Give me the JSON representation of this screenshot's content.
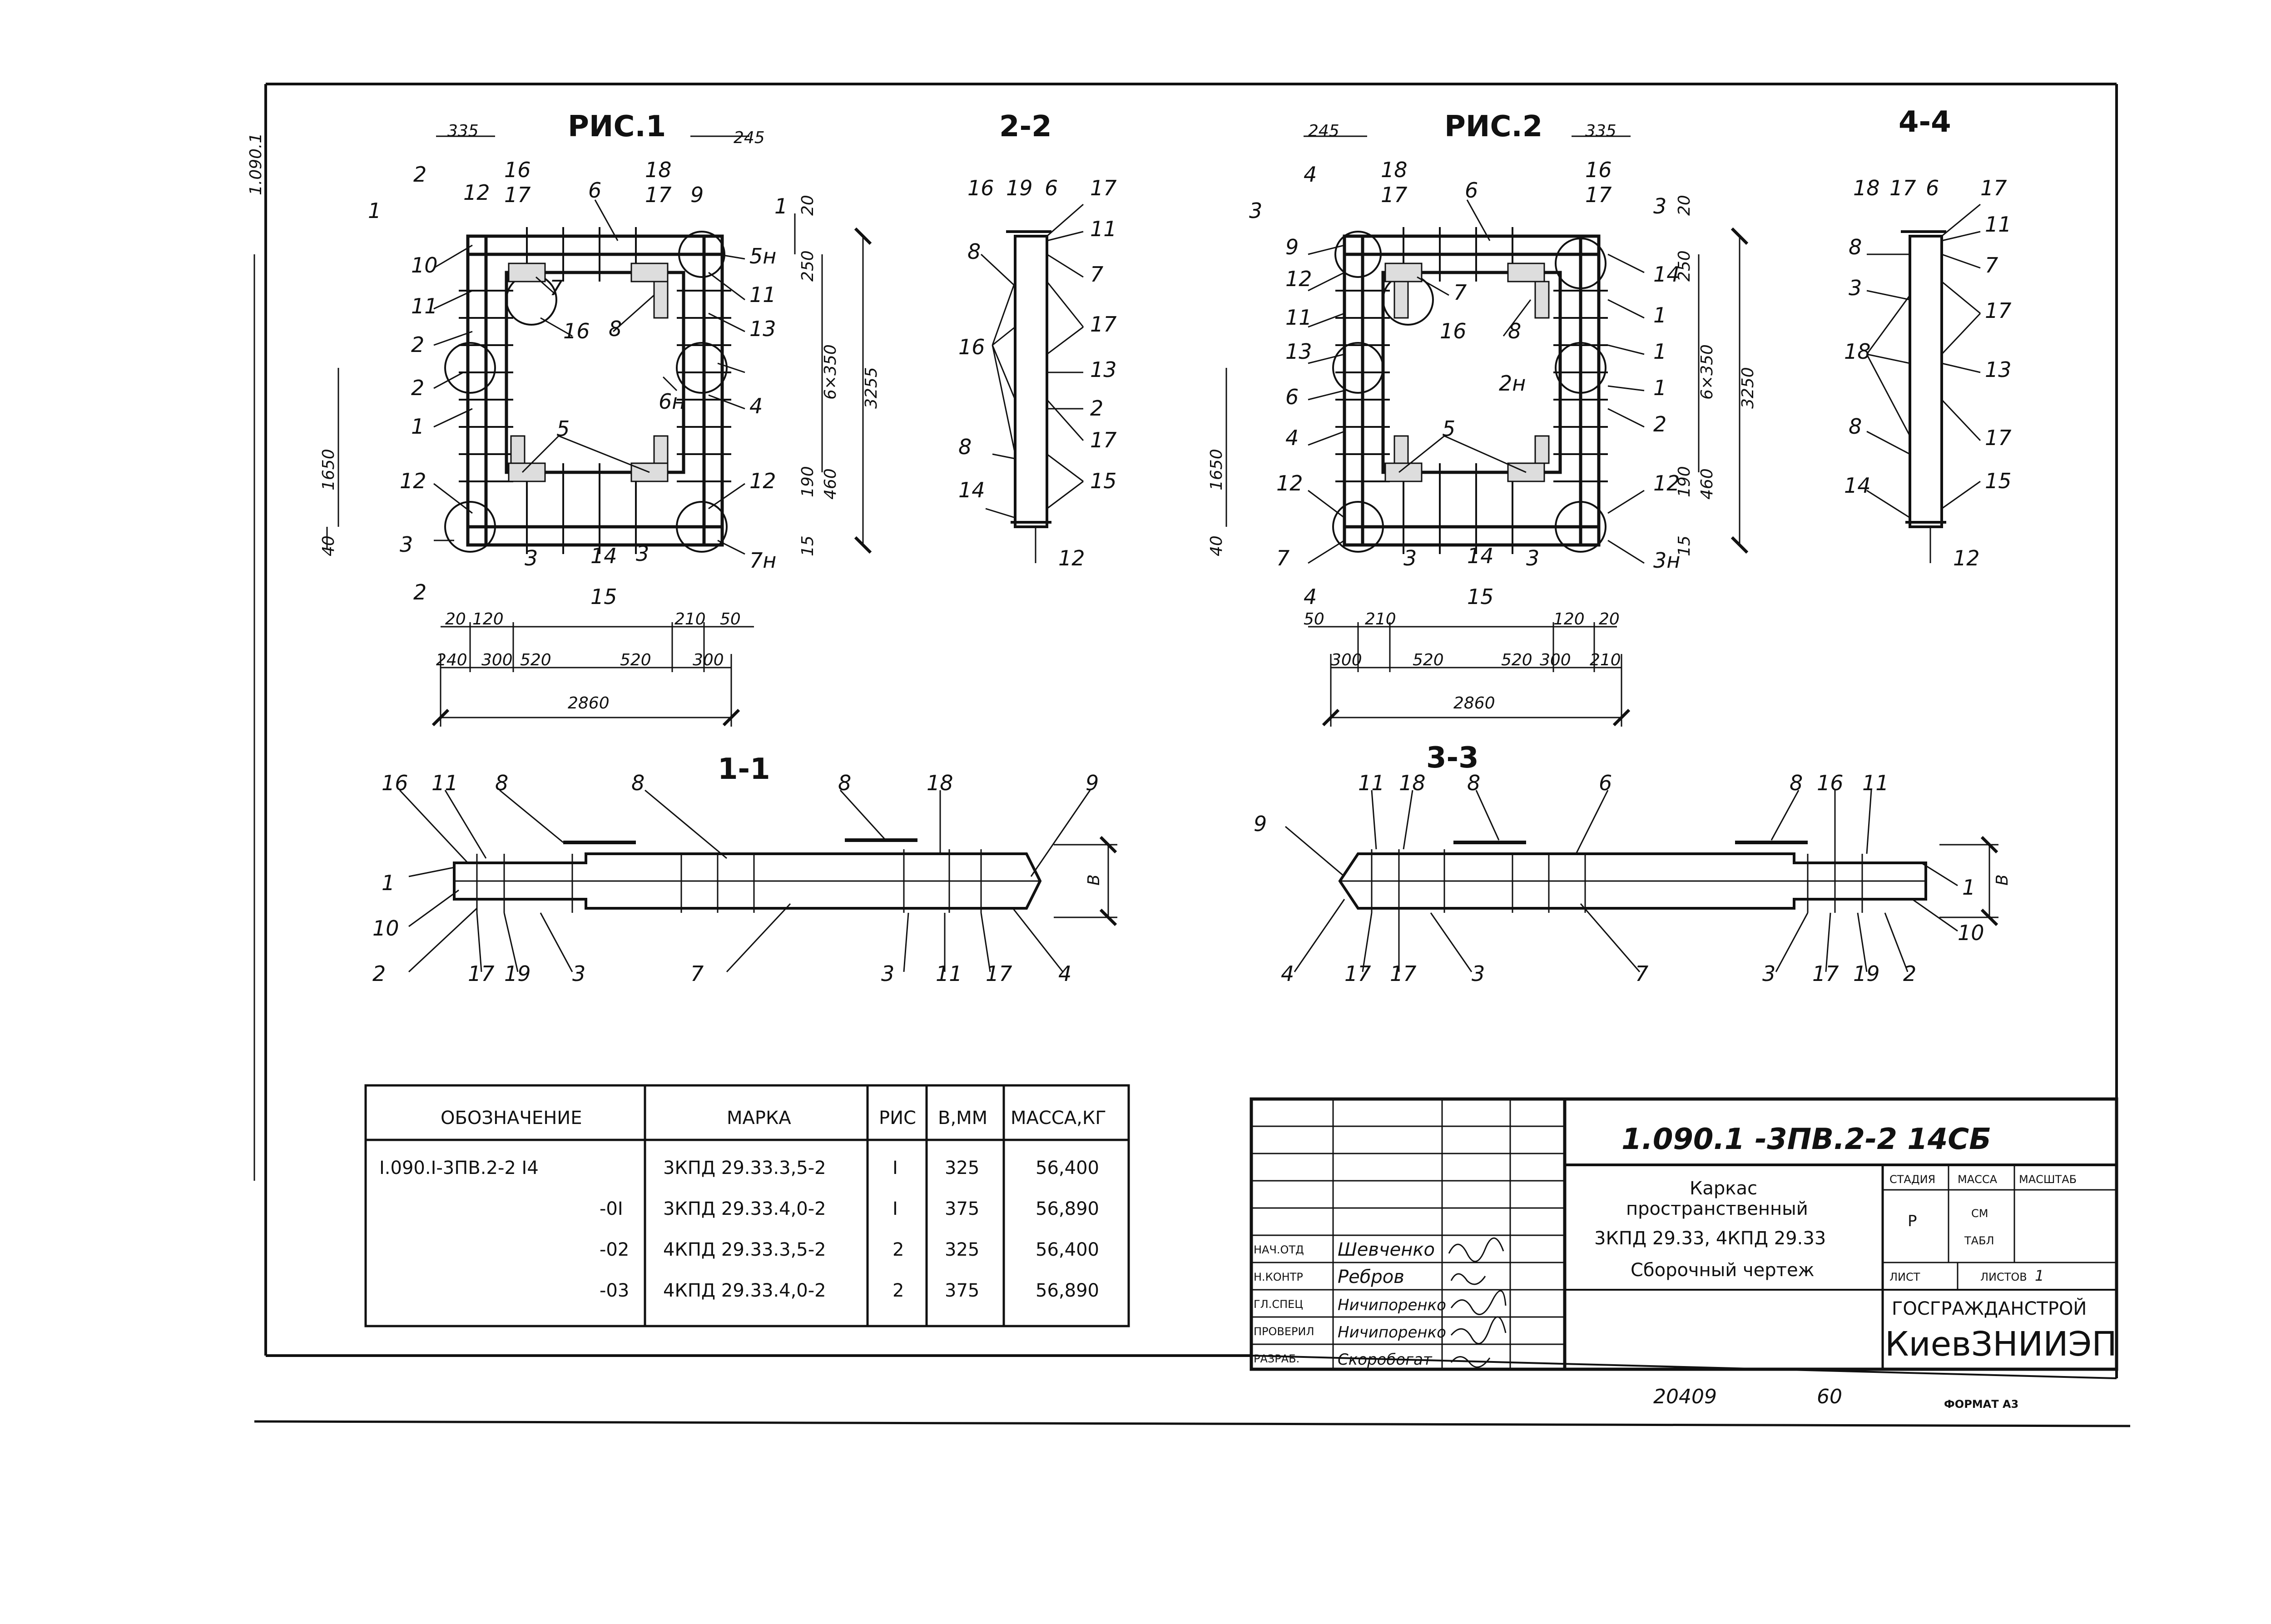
{
  "figures": {
    "fig1": {
      "title": "РИС.1"
    },
    "fig2": {
      "title": "РИС.2"
    },
    "sec22": {
      "title": "2-2"
    },
    "sec44": {
      "title": "4-4"
    },
    "sec11": {
      "title": "1-1"
    },
    "sec33": {
      "title": "3-3"
    }
  },
  "margin_note": "1.090.1",
  "dims": {
    "d335": "335",
    "d245": "245",
    "d20": "20",
    "d250": "250",
    "d6x350": "6×350",
    "d3255": "3255",
    "d3250": "3250",
    "d190": "190",
    "d460": "460",
    "d15": "15",
    "d1650": "1650",
    "d40": "40",
    "d120": "120",
    "d210": "210",
    "d50": "50",
    "d240": "240",
    "d300": "300",
    "d520": "520",
    "d2860": "2860",
    "dB": "В",
    "d5h": "5н",
    "d6h": "6н",
    "d7h": "7н",
    "d2h": "2н",
    "d3h": "3н"
  },
  "spec_table": {
    "headers": [
      "ОБОЗНАЧЕНИЕ",
      "МАРКА",
      "РИС",
      "В,ММ",
      "МАССА,КГ"
    ],
    "rows": [
      [
        "I.090.I-3ПВ.2-2 I4",
        "3КПД 29.33.3,5-2",
        "I",
        "325",
        "56,400"
      ],
      [
        "-0I",
        "3КПД 29.33.4,0-2",
        "I",
        "375",
        "56,890"
      ],
      [
        "-02",
        "4КПД 29.33.3,5-2",
        "2",
        "325",
        "56,400"
      ],
      [
        "-03",
        "4КПД 29.33.4,0-2",
        "2",
        "375",
        "56,890"
      ]
    ]
  },
  "title_block": {
    "doc_code": "1.090.1 -3ПВ.2-2  14СБ",
    "name_line1": "Каркас",
    "name_line2": "пространственный",
    "name_line3": "3КПД 29.33, 4КПД 29.33",
    "name_line4": "Сборочный чертеж",
    "stage_header": "СТАДИЯ",
    "mass_header": "МАССА",
    "scale_header": "МАСШТАБ",
    "stage_value": "Р",
    "mass_value_1": "СМ",
    "mass_value_2": "ТАБЛ",
    "sheet_label": "ЛИСТ",
    "sheets_label": "ЛИСТОВ",
    "sheets_value": "1",
    "org_line1": "ГОСГРАЖДАНСТРОЙ",
    "org_line2": "КиевЗНИИЭП",
    "signatures": [
      {
        "role": "НАЧ.ОТД",
        "name": "Шевченко"
      },
      {
        "role": "Н.КОНТР",
        "name": "Ребров"
      },
      {
        "role": "ГЛ.СПЕЦ",
        "name": "Ничипоренко"
      },
      {
        "role": "ПРОВЕРИЛ",
        "name": "Ничипоренко"
      },
      {
        "role": "РАЗРАБ.",
        "name": "Скоробогат"
      }
    ]
  },
  "footer": {
    "inv": "20409",
    "page": "60",
    "format": "ФОРМАТ А3"
  }
}
